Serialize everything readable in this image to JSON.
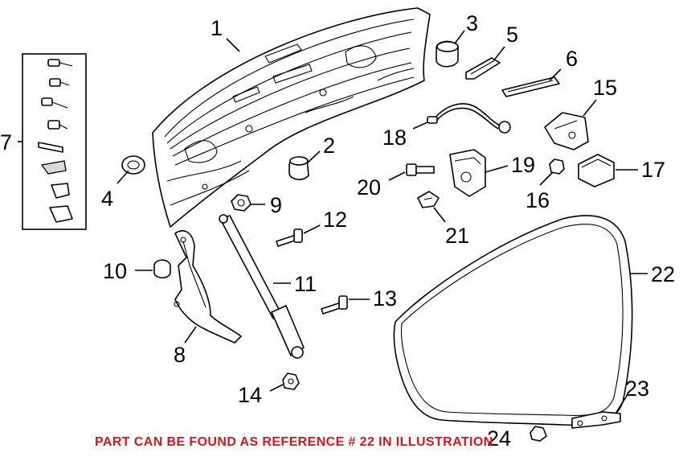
{
  "diagram": {
    "callouts": {
      "c1": "1",
      "c2": "2",
      "c3": "3",
      "c4": "4",
      "c5": "5",
      "c6": "6",
      "c7": "7",
      "c8": "8",
      "c9": "9",
      "c10": "10",
      "c11": "11",
      "c12": "12",
      "c13": "13",
      "c14": "14",
      "c15": "15",
      "c16": "16",
      "c17": "17",
      "c18": "18",
      "c19": "19",
      "c20": "20",
      "c21": "21",
      "c22": "22",
      "c23": "23",
      "c24": "24"
    },
    "notice": "PART CAN BE FOUND AS REFERENCE # 22 IN ILLUSTRATION",
    "notice_color": "#d8141b"
  }
}
